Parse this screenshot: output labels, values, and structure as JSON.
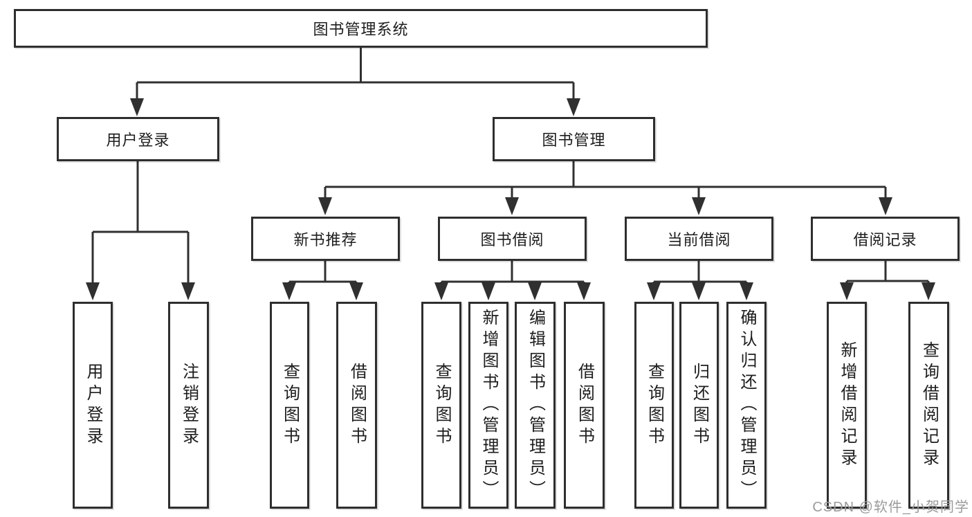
{
  "diagram_type": "hierarchy",
  "tree": {
    "root": {
      "label": "图书管理系统",
      "children": [
        {
          "label": "用户登录",
          "children": [
            {
              "label": "用户登录"
            },
            {
              "label": "注销登录"
            }
          ]
        },
        {
          "label": "图书管理",
          "children": [
            {
              "label": "新书推荐",
              "children": [
                {
                  "label": "查询图书"
                },
                {
                  "label": "借阅图书"
                }
              ]
            },
            {
              "label": "图书借阅",
              "children": [
                {
                  "label": "查询图书"
                },
                {
                  "label": "新增图书（管理员）"
                },
                {
                  "label": "编辑图书（管理员）"
                },
                {
                  "label": "借阅图书"
                }
              ]
            },
            {
              "label": "当前借阅",
              "children": [
                {
                  "label": "查询图书"
                },
                {
                  "label": "归还图书"
                },
                {
                  "label": "确认归还（管理员）"
                }
              ]
            },
            {
              "label": "借阅记录",
              "children": [
                {
                  "label": "新增借阅记录"
                },
                {
                  "label": "查询借阅记录"
                }
              ]
            }
          ]
        }
      ]
    }
  },
  "watermark": {
    "text": "CSDN @软件_小贺同学"
  },
  "colors": {
    "line": "#303030",
    "box_border": "#2e2e2e",
    "text": "#1d1d1d",
    "watermark": "#9b9b9b",
    "background": "#ffffff"
  }
}
